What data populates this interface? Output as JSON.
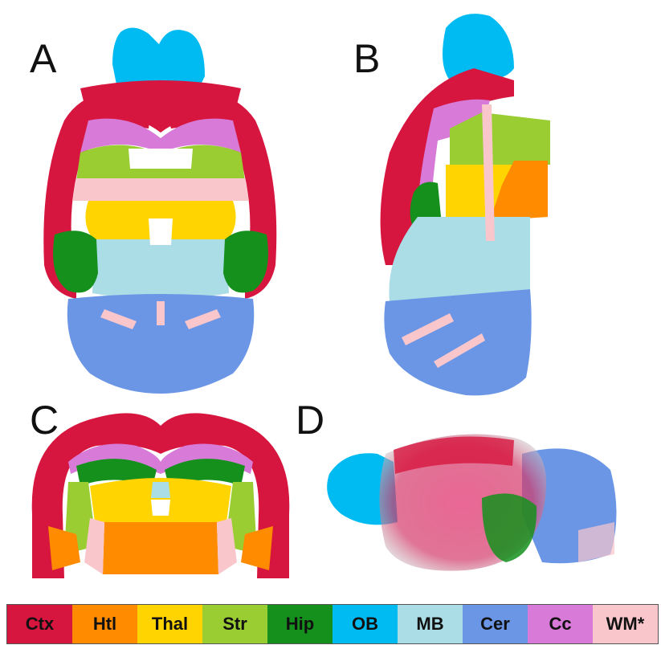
{
  "panels": {
    "a": "A",
    "b": "B",
    "c": "C",
    "d": "D"
  },
  "legend": [
    {
      "label": "Ctx",
      "color": "#d7163f"
    },
    {
      "label": "Htl",
      "color": "#ff8c00"
    },
    {
      "label": "Thal",
      "color": "#ffd400"
    },
    {
      "label": "Str",
      "color": "#9acd32"
    },
    {
      "label": "Hip",
      "color": "#15901d"
    },
    {
      "label": "OB",
      "color": "#00bbf2"
    },
    {
      "label": "MB",
      "color": "#aadde6"
    },
    {
      "label": "Cer",
      "color": "#6b96e6"
    },
    {
      "label": "Cc",
      "color": "#d77ad8"
    },
    {
      "label": "WM*",
      "color": "#f9c6cc"
    }
  ]
}
